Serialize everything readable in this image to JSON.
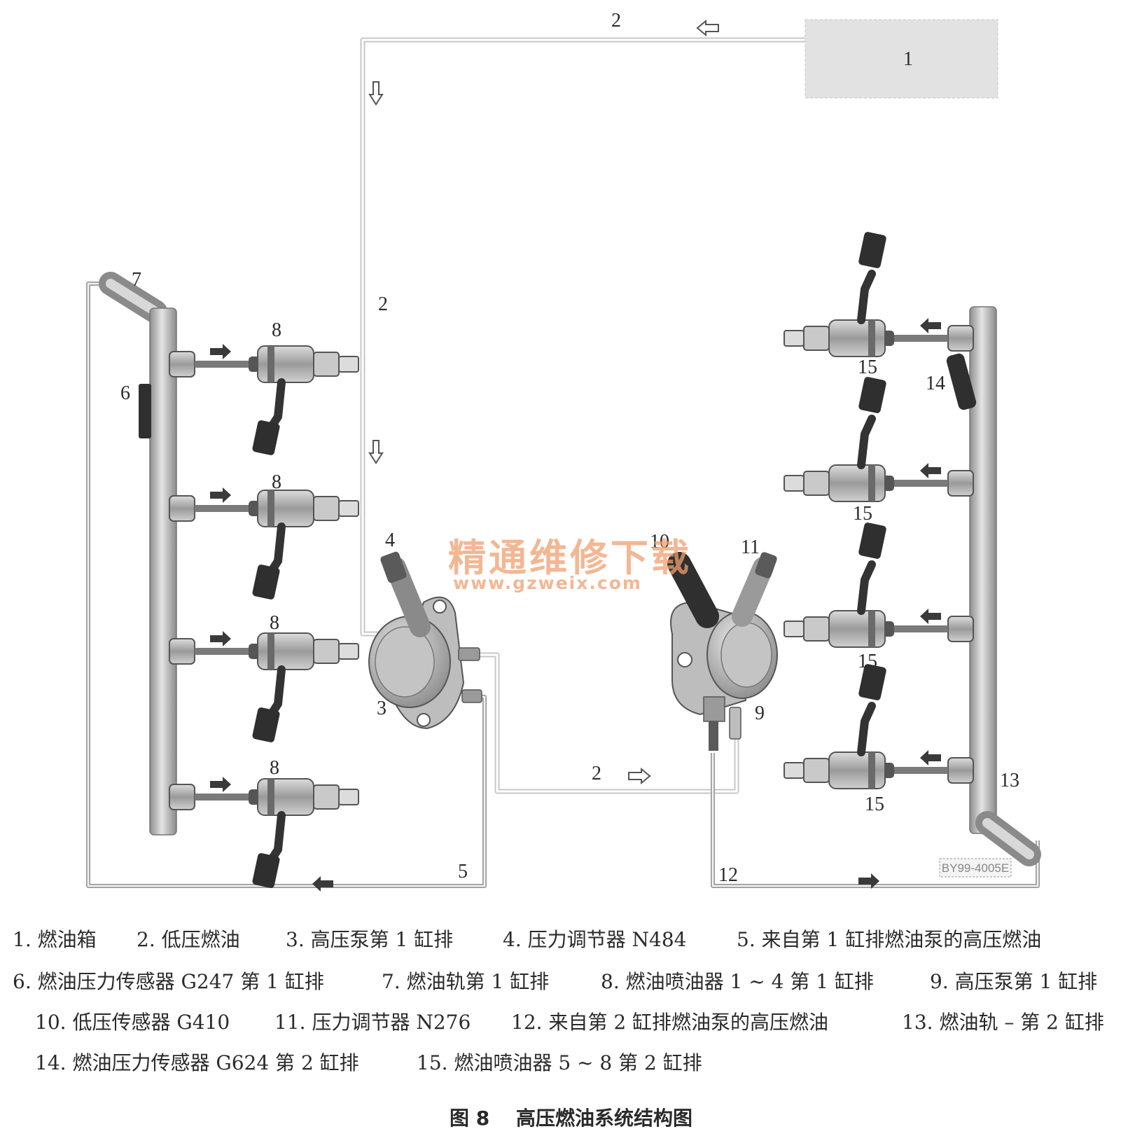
{
  "diagram": {
    "labels": {
      "tank": "1",
      "low_pressure_top": "2",
      "low_pressure_left": "2",
      "low_pressure_bottom": "2",
      "pump1": "3",
      "reg_n484": "4",
      "hp_from_bank1": "5",
      "sensor_g247": "6",
      "rail1": "7",
      "inj_left": [
        "8",
        "8",
        "8",
        "8"
      ],
      "pump2": "9",
      "sensor_g410": "10",
      "reg_n276": "11",
      "hp_from_bank2": "12",
      "rail2": "13",
      "sensor_g624": "14",
      "inj_right": [
        "15",
        "15",
        "15",
        "15"
      ]
    },
    "code": "BY99-4005E"
  },
  "watermark": {
    "cn": "精通维修下载",
    "url": "www.gzweix.com"
  },
  "legend": [
    [
      "1.",
      "燃油箱"
    ],
    [
      "2.",
      "低压燃油"
    ],
    [
      "3.",
      "高压泵第 1 缸排"
    ],
    [
      "4.",
      "压力调节器 N484"
    ],
    [
      "5.",
      "来自第 1 缸排燃油泵的高压燃油"
    ],
    [
      "6.",
      "燃油压力传感器 G247 第 1 缸排"
    ],
    [
      "7.",
      "燃油轨第 1 缸排"
    ],
    [
      "8.",
      "燃油喷油器 1 ~ 4 第 1 缸排"
    ],
    [
      "9.",
      "高压泵第 1 缸排"
    ],
    [
      "10.",
      "低压传感器 G410"
    ],
    [
      "11.",
      "压力调节器 N276"
    ],
    [
      "12.",
      "来自第 2 缸排燃油泵的高压燃油"
    ],
    [
      "13.",
      "燃油轨 – 第 2 缸排"
    ],
    [
      "14.",
      "燃油压力传感器 G624 第 2 缸排"
    ],
    [
      "15.",
      "燃油喷油器 5 ~ 8 第 2 缸排"
    ]
  ],
  "caption": {
    "figure": "图 8",
    "title": "高压燃油系统结构图"
  },
  "colors": {
    "pipe": "#9a9a9a",
    "metal": "#b8b8b8",
    "dark": "#3a3a3a",
    "watermark": "#f0a070"
  }
}
